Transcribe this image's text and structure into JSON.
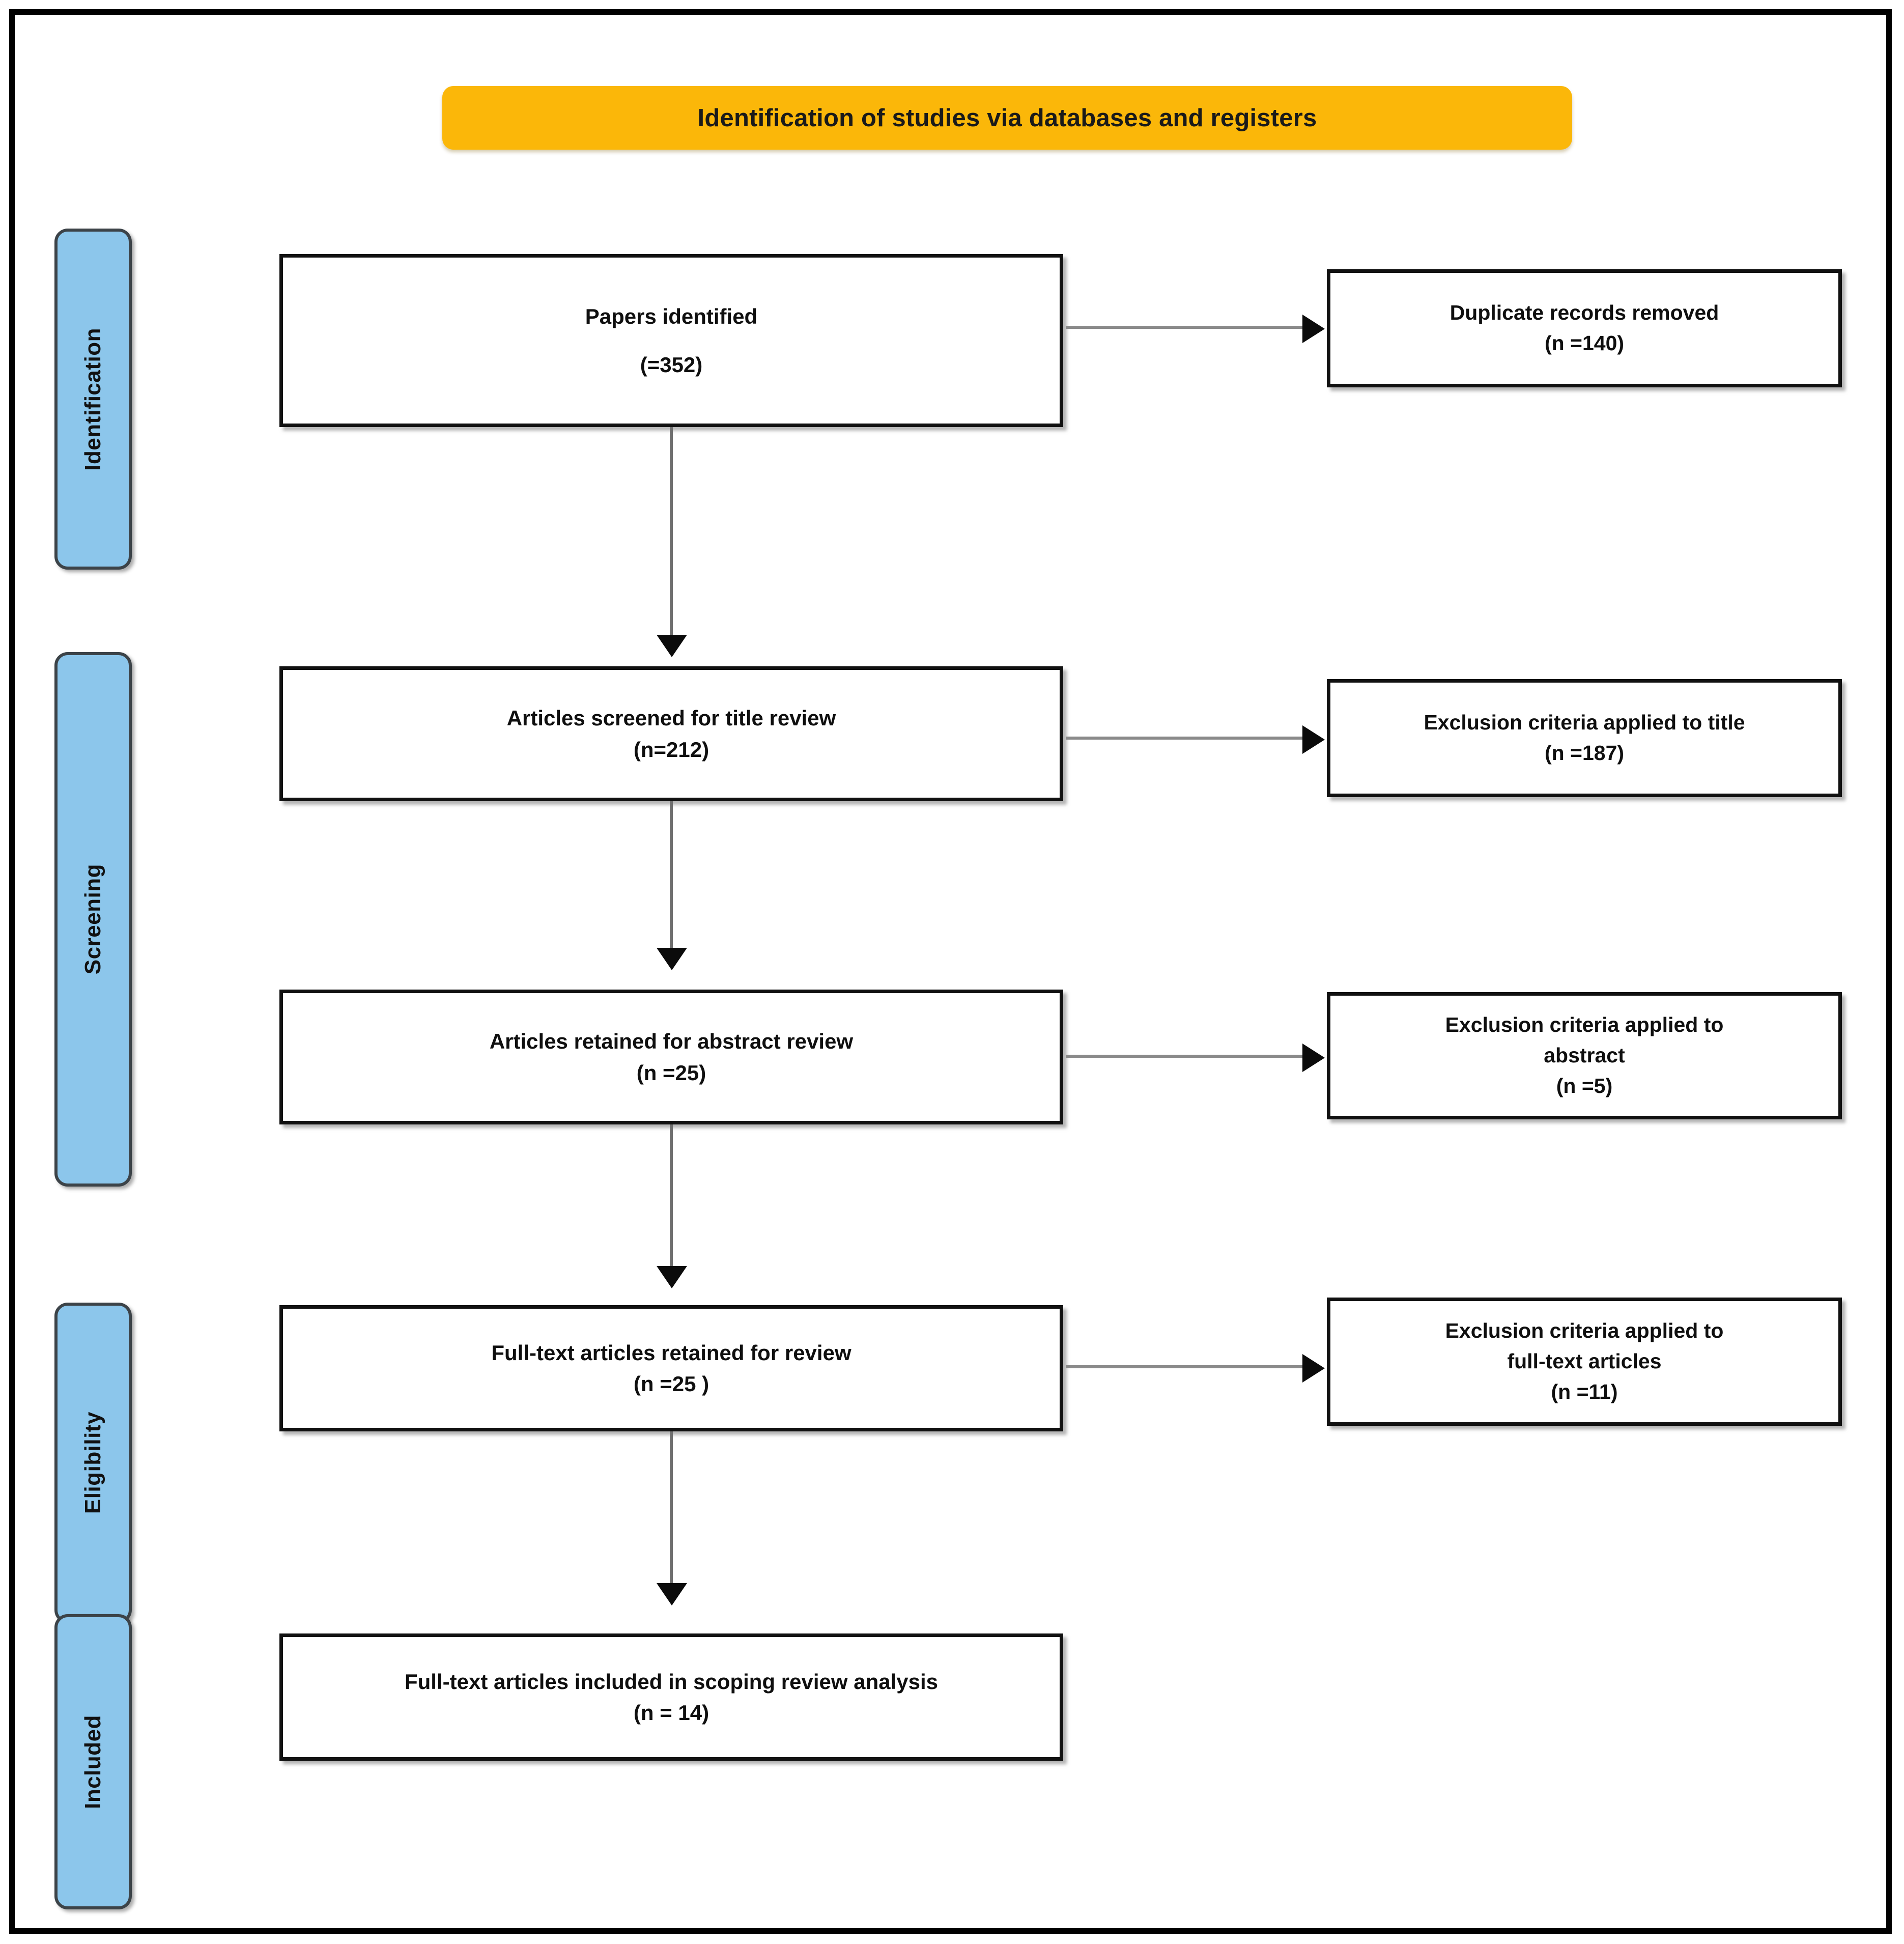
{
  "colors": {
    "banner": "#FBB709",
    "stage_label": "#8CC6EB",
    "box_border": "#111111",
    "connector": "#8a8a8a",
    "page_border": "#000000"
  },
  "banner": {
    "title": "Identification of studies via databases and registers"
  },
  "stages": [
    {
      "id": "identification",
      "label": "Identification"
    },
    {
      "id": "screening",
      "label": "Screening"
    },
    {
      "id": "eligibility",
      "label": "Eligibility"
    },
    {
      "id": "included",
      "label": "Included"
    }
  ],
  "flow": {
    "identified": {
      "line1": "Papers identified",
      "line2": "(=352)"
    },
    "title_screen": {
      "line1": "Articles screened for title review",
      "line2": "(n=212)"
    },
    "abstract": {
      "line1": "Articles retained for abstract review",
      "line2": "(n =25)"
    },
    "fulltext": {
      "line1": "Full-text articles retained for review",
      "line2": "(n =25 )"
    },
    "included": {
      "line1": "Full-text articles included in scoping review analysis",
      "line2": "(n = 14)"
    }
  },
  "exclusions": {
    "duplicates": {
      "line1": "Duplicate records removed",
      "line2": "(n =140)"
    },
    "title": {
      "line1": "Exclusion criteria applied to title",
      "line2": "(n =187)"
    },
    "abstract": {
      "line1": "Exclusion criteria applied to",
      "line2": "abstract",
      "line3": "(n =5)"
    },
    "fulltext": {
      "line1": "Exclusion criteria applied to",
      "line2": "full-text articles",
      "line3": "(n =11)"
    }
  },
  "chart_data": {
    "type": "diagram",
    "diagram_kind": "PRISMA flow diagram",
    "title": "Identification of studies via databases and registers",
    "stages": [
      "Identification",
      "Screening",
      "Eligibility",
      "Included"
    ],
    "nodes": [
      {
        "id": "identified",
        "stage": "Identification",
        "label": "Papers identified",
        "n": 352
      },
      {
        "id": "duplicates",
        "stage": "Identification",
        "label": "Duplicate records removed",
        "n": 140
      },
      {
        "id": "title_screen",
        "stage": "Screening",
        "label": "Articles screened for title review",
        "n": 212
      },
      {
        "id": "excl_title",
        "stage": "Screening",
        "label": "Exclusion criteria applied to title",
        "n": 187
      },
      {
        "id": "abstract",
        "stage": "Screening",
        "label": "Articles retained for abstract review",
        "n": 25
      },
      {
        "id": "excl_abstract",
        "stage": "Screening",
        "label": "Exclusion criteria applied to abstract",
        "n": 5
      },
      {
        "id": "fulltext",
        "stage": "Eligibility",
        "label": "Full-text articles retained for review",
        "n": 25
      },
      {
        "id": "excl_fulltext",
        "stage": "Eligibility",
        "label": "Exclusion criteria applied to full-text articles",
        "n": 11
      },
      {
        "id": "included",
        "stage": "Included",
        "label": "Full-text articles included in scoping review analysis",
        "n": 14
      }
    ],
    "edges": [
      {
        "from": "identified",
        "to": "duplicates",
        "direction": "right"
      },
      {
        "from": "identified",
        "to": "title_screen",
        "direction": "down"
      },
      {
        "from": "title_screen",
        "to": "excl_title",
        "direction": "right"
      },
      {
        "from": "title_screen",
        "to": "abstract",
        "direction": "down"
      },
      {
        "from": "abstract",
        "to": "excl_abstract",
        "direction": "right"
      },
      {
        "from": "abstract",
        "to": "fulltext",
        "direction": "down"
      },
      {
        "from": "fulltext",
        "to": "excl_fulltext",
        "direction": "right"
      },
      {
        "from": "fulltext",
        "to": "included",
        "direction": "down"
      }
    ]
  }
}
